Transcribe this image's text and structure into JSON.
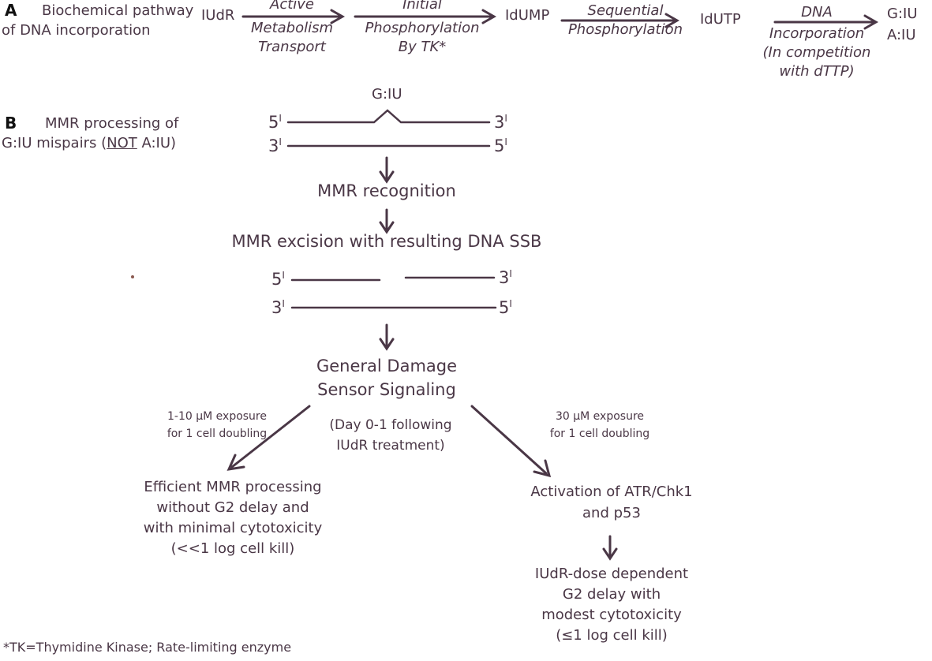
{
  "colors": {
    "ink": "#4a3746",
    "label": "#111111"
  },
  "panel_a": {
    "letter": "A",
    "title_line1": "Biochemical pathway",
    "title_line2": "of DNA incorporation",
    "nodes": [
      "IUdR",
      "IdUMP",
      "IdUTP"
    ],
    "end_products": [
      "G:IU",
      "A:IU"
    ],
    "step1": [
      "Active",
      "Metabolism",
      "Transport"
    ],
    "step2": [
      "Initial",
      "Phosphorylation",
      "By TK*"
    ],
    "step3": [
      "Sequential",
      "Phosphorylation"
    ],
    "step4": [
      "DNA",
      "Incorporation",
      "(In competition",
      "with dTTP)"
    ]
  },
  "panel_b": {
    "letter": "B",
    "title_line1": "MMR processing of",
    "title_line2_pre": "G:IU mispairs (",
    "title_line2_underlined": "NOT",
    "title_line2_post": " A:IU)",
    "mispair_label": "G:IU",
    "strand_5": "5",
    "strand_3": "3",
    "prime": "I",
    "recognition": "MMR recognition",
    "excision": "MMR excision with resulting DNA SSB",
    "sensor_line1": "General Damage",
    "sensor_line2": "Sensor Signaling",
    "timing_line1": "(Day 0-1 following",
    "timing_line2": "IUdR treatment)",
    "low_dose_line1": "1-10 μM exposure",
    "low_dose_line2": "for 1 cell doubling",
    "high_dose_line1": "30 μM exposure",
    "high_dose_line2": "for 1 cell doubling",
    "low_outcome": [
      "Efficient MMR processing",
      "without G2 delay and",
      "with minimal cytotoxicity",
      "(<<1 log cell kill)"
    ],
    "high_outcome": [
      "Activation of ATR/Chk1",
      "and p53"
    ],
    "high_final": [
      "IUdR-dose dependent",
      "G2 delay with",
      "modest cytotoxicity",
      "(≤1 log cell kill)"
    ]
  },
  "footnote": "*TK=Thymidine Kinase; Rate-limiting enzyme"
}
